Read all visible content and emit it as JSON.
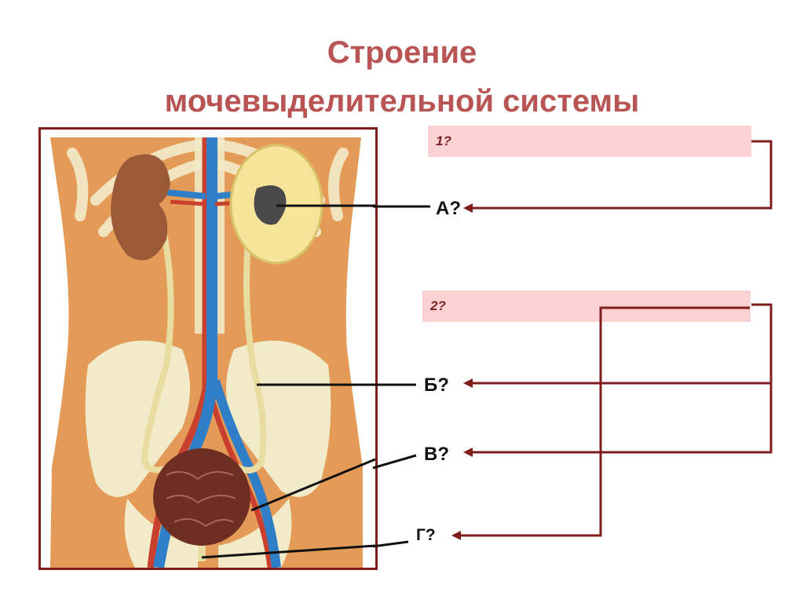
{
  "title": {
    "line1": "Строение",
    "line2": "мочевыделительной системы"
  },
  "answer_boxes": {
    "box1_text": "1?",
    "box2_text": "2?"
  },
  "labels": {
    "a": "А?",
    "b": "Б?",
    "v": "В?",
    "g": "Г?"
  },
  "colors": {
    "title": "#b85454",
    "frame": "#7f1d1d",
    "answer_box_bg": "#fcd1d3",
    "connector_lines": "#7f1d1d",
    "body_skin": "#e49b57",
    "bone": "#f2ebc9",
    "vein": "#2f7fc8",
    "artery": "#c9402f",
    "ureter": "#e8dca0",
    "kidney": "#9a5a37",
    "bladder": "#6e2f22"
  }
}
